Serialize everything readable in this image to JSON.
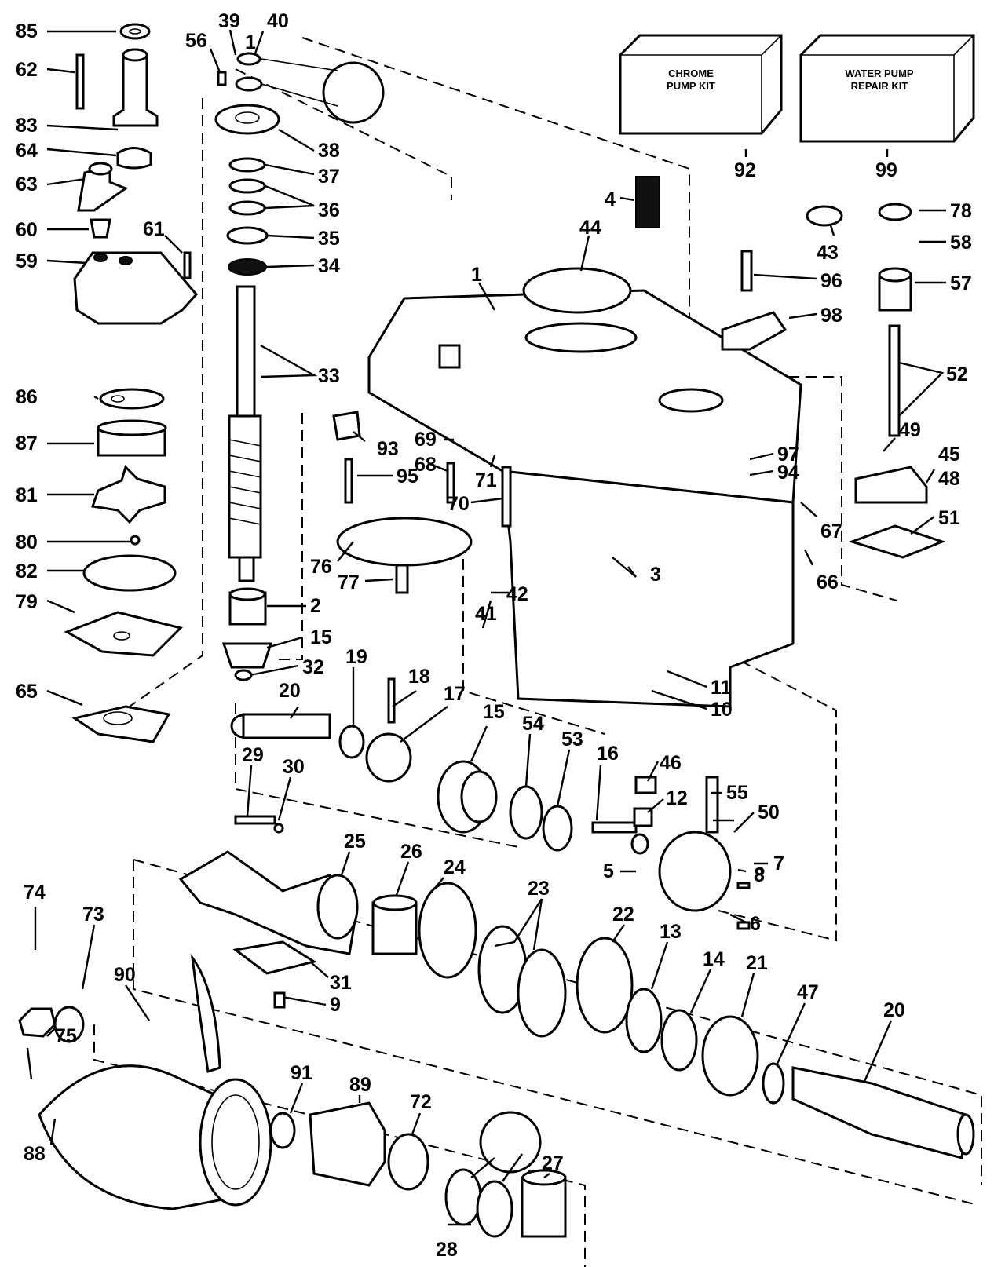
{
  "kits": {
    "chrome_pump_kit": [
      "CHROME",
      "PUMP KIT"
    ],
    "water_pump_repair_kit": [
      "WATER PUMP",
      "REPAIR KIT"
    ]
  },
  "callouts": {
    "c85": "85",
    "c62": "62",
    "c83": "83",
    "c64": "64",
    "c63": "63",
    "c60": "60",
    "c61": "61",
    "c59": "59",
    "c56": "56",
    "c39": "39",
    "c1a": "1",
    "c40": "40",
    "c38": "38",
    "c37": "37",
    "c36": "36",
    "c35": "35",
    "c34": "34",
    "c33": "33",
    "c92": "92",
    "c99": "99",
    "c4": "4",
    "c44": "44",
    "c1b": "1",
    "c43": "43",
    "c78": "78",
    "c58": "58",
    "c57": "57",
    "c96": "96",
    "c98": "98",
    "c52": "52",
    "c86": "86",
    "c87": "87",
    "c81": "81",
    "c80": "80",
    "c82": "82",
    "c79": "79",
    "c65": "65",
    "c93": "93",
    "c95": "95",
    "c69": "69",
    "c68": "68",
    "c71": "71",
    "c70": "70",
    "c76": "76",
    "c77": "77",
    "c2": "2",
    "c15a": "15",
    "c32": "32",
    "c20a": "20",
    "c19": "19",
    "c18": "18",
    "c17": "17",
    "c15b": "15",
    "c54": "54",
    "c53": "53",
    "c16": "16",
    "c46": "46",
    "c12": "12",
    "c55": "55",
    "c50": "50",
    "c29": "29",
    "c30": "30",
    "c25": "25",
    "c26": "26",
    "c24": "24",
    "c5": "5",
    "c7": "7",
    "c8": "8",
    "c6": "6",
    "c3": "3",
    "c41": "41",
    "c42": "42",
    "c11": "11",
    "c10": "10",
    "c97": "97",
    "c94": "94",
    "c49": "49",
    "c45": "45",
    "c48": "48",
    "c51": "51",
    "c67": "67",
    "c66": "66",
    "c74": "74",
    "c73": "73",
    "c75": "75",
    "c90": "90",
    "c88": "88",
    "c9": "9",
    "c31": "31",
    "c23": "23",
    "c22": "22",
    "c13": "13",
    "c14": "14",
    "c21": "21",
    "c47": "47",
    "c20b": "20",
    "c91": "91",
    "c89": "89",
    "c72": "72",
    "c27": "27",
    "c28": "28"
  }
}
